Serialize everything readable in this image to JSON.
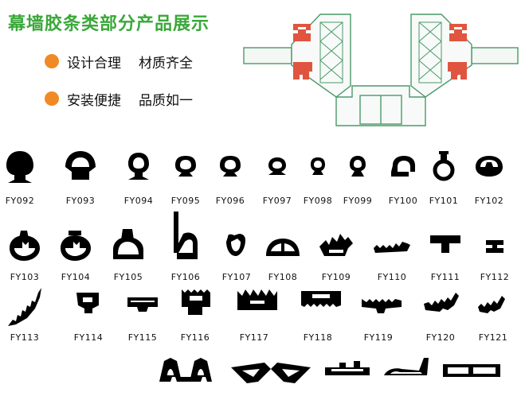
{
  "title": "幕墙胶条类部分产品展示",
  "features": [
    {
      "text1": "设计合理",
      "text2": "材质齐全"
    },
    {
      "text1": "安装便捷",
      "text2": "品质如一"
    }
  ],
  "colors": {
    "title": "#3aa83a",
    "bullet": "#f08a24",
    "seal": "#e0553f",
    "frame": "#4a9a6a"
  },
  "products": [
    {
      "code": "FY092"
    },
    {
      "code": "FY093"
    },
    {
      "code": "FY094"
    },
    {
      "code": "FY095"
    },
    {
      "code": "FY096"
    },
    {
      "code": "FY097"
    },
    {
      "code": "FY098"
    },
    {
      "code": "FY099"
    },
    {
      "code": "FY100"
    },
    {
      "code": "FY101"
    },
    {
      "code": "FY102"
    },
    {
      "code": "FY103"
    },
    {
      "code": "FY104"
    },
    {
      "code": "FY105"
    },
    {
      "code": "FY106"
    },
    {
      "code": "FY107"
    },
    {
      "code": "FY108"
    },
    {
      "code": "FY109"
    },
    {
      "code": "FY110"
    },
    {
      "code": "FY111"
    },
    {
      "code": "FY112"
    },
    {
      "code": "FY113"
    },
    {
      "code": "FY114"
    },
    {
      "code": "FY115"
    },
    {
      "code": "FY116"
    },
    {
      "code": "FY117"
    },
    {
      "code": "FY118"
    },
    {
      "code": "FY119"
    },
    {
      "code": "FY120"
    },
    {
      "code": "FY121"
    }
  ]
}
